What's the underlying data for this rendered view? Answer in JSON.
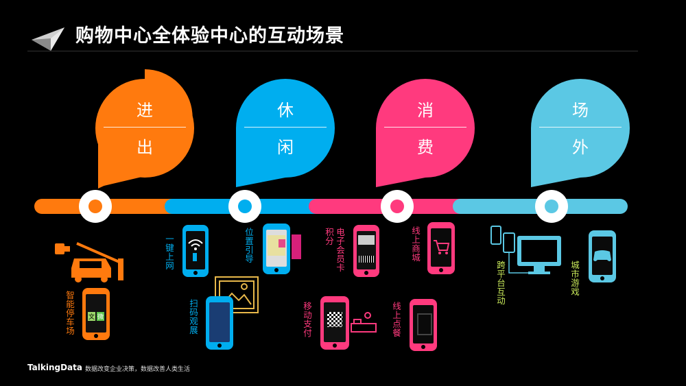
{
  "title": "购物中心全体验中心的互动场景",
  "colors": {
    "orange": "#FF7A0E",
    "blue": "#00AEEF",
    "pink": "#FF3A7E",
    "cyan": "#5BC8E4"
  },
  "stages": [
    {
      "top": "进",
      "bottom": "出"
    },
    {
      "top": "休",
      "bottom": "闲"
    },
    {
      "top": "消",
      "bottom": "费"
    },
    {
      "top": "场",
      "bottom": "外"
    }
  ],
  "features": {
    "parking": "智能停车场",
    "wifi": "一键上网",
    "scan_view": "扫码观展",
    "guide": "位置引导",
    "points": "积分",
    "member_card": "电子会员卡",
    "mobile_pay": "移动支付",
    "online_mall": "线上商城",
    "online_order": "线上点餐",
    "cross_platform": "跨平台互动",
    "city_game": "城市游戏"
  },
  "parking_screen_icons": {
    "left": "文",
    "right": "微"
  },
  "footer": {
    "brand": "TalkingData",
    "slogan": "数据改变企业决策，数据改善人类生活"
  }
}
